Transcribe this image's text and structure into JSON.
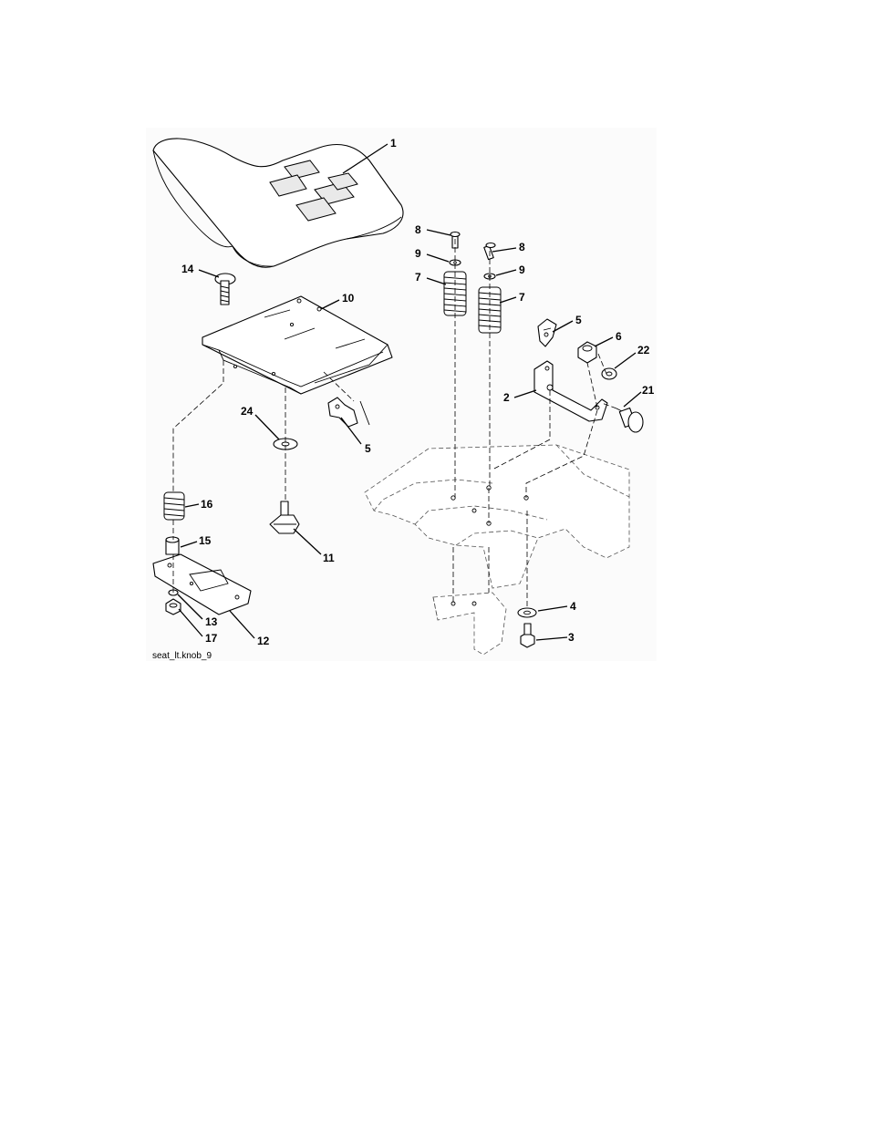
{
  "figure": {
    "code": "seat_lt.knob_9"
  },
  "callouts": [
    {
      "id": "c1",
      "label": "1"
    },
    {
      "id": "c8a",
      "label": "8"
    },
    {
      "id": "c8b",
      "label": "8"
    },
    {
      "id": "c9a",
      "label": "9"
    },
    {
      "id": "c9b",
      "label": "9"
    },
    {
      "id": "c7a",
      "label": "7"
    },
    {
      "id": "c7b",
      "label": "7"
    },
    {
      "id": "c14",
      "label": "14"
    },
    {
      "id": "c10",
      "label": "10"
    },
    {
      "id": "c5a",
      "label": "5"
    },
    {
      "id": "c6",
      "label": "6"
    },
    {
      "id": "c22",
      "label": "22"
    },
    {
      "id": "c2",
      "label": "2"
    },
    {
      "id": "c21",
      "label": "21"
    },
    {
      "id": "c24",
      "label": "24"
    },
    {
      "id": "c5b",
      "label": "5"
    },
    {
      "id": "c16",
      "label": "16"
    },
    {
      "id": "c15",
      "label": "15"
    },
    {
      "id": "c11",
      "label": "11"
    },
    {
      "id": "c13",
      "label": "13"
    },
    {
      "id": "c17",
      "label": "17"
    },
    {
      "id": "c12",
      "label": "12"
    },
    {
      "id": "c4",
      "label": "4"
    },
    {
      "id": "c3",
      "label": "3"
    }
  ]
}
